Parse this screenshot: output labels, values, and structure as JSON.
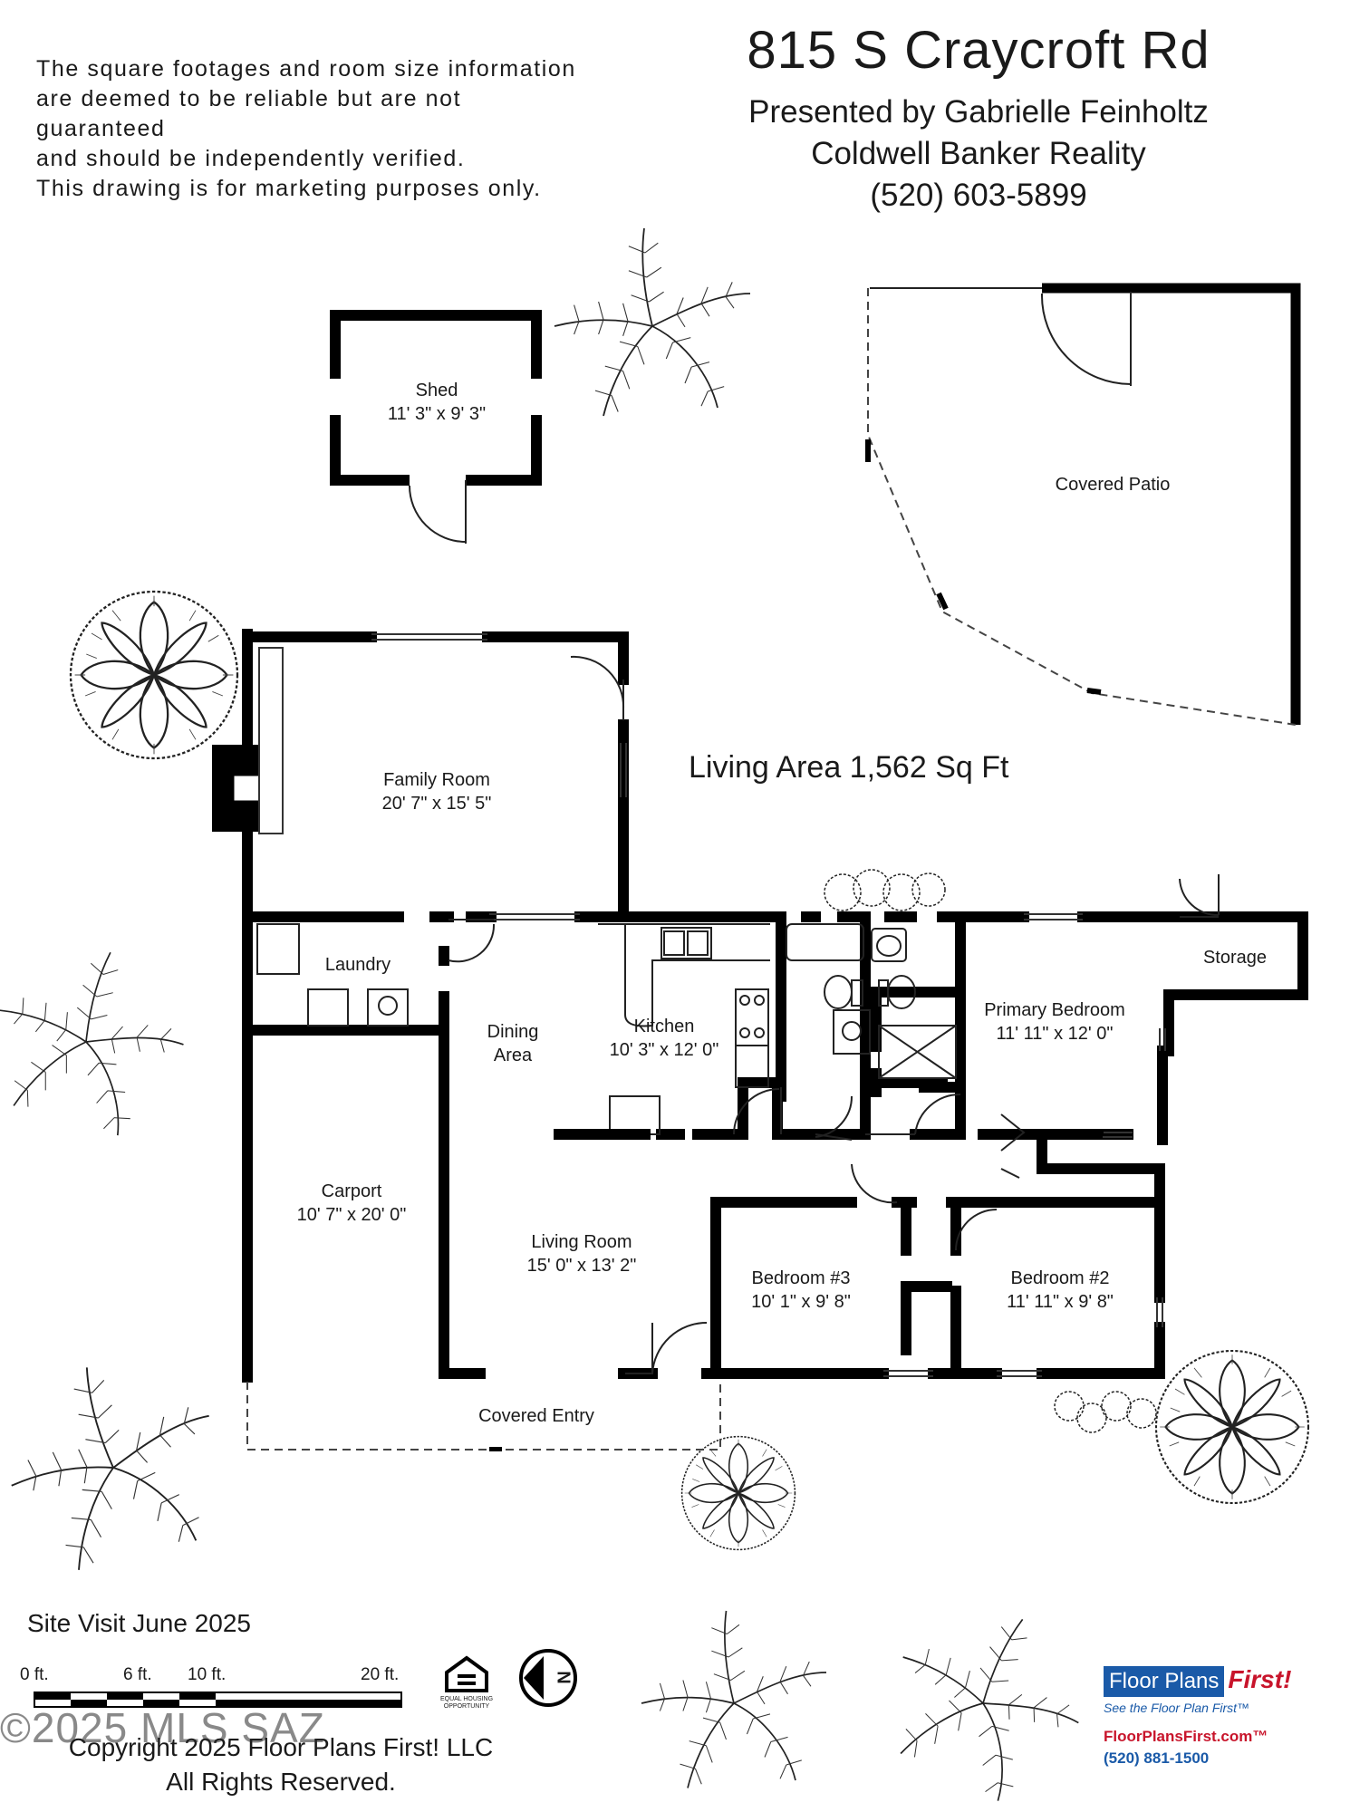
{
  "header": {
    "disclaimer": [
      "The square footages and room size information",
      "are deemed to be reliable but are not guaranteed",
      "and should be independently verified.",
      "This drawing is for marketing purposes only."
    ],
    "address": "815 S Craycroft Rd",
    "presented_by": "Presented by Gabrielle Feinholtz",
    "brokerage": "Coldwell Banker Reality",
    "phone": "(520) 603-5899"
  },
  "rooms": {
    "shed": {
      "name": "Shed",
      "size": "11' 3\" x 9' 3\""
    },
    "covered_patio": {
      "name": "Covered Patio"
    },
    "family_room": {
      "name": "Family Room",
      "size": "20' 7\" x 15' 5\""
    },
    "laundry": {
      "name": "Laundry"
    },
    "dining": {
      "name": "Dining",
      "name2": "Area"
    },
    "kitchen": {
      "name": "Kitchen",
      "size": "10' 3\" x 12' 0\""
    },
    "primary_bedroom": {
      "name": "Primary Bedroom",
      "size": "11' 11\" x 12' 0\""
    },
    "storage": {
      "name": "Storage"
    },
    "carport": {
      "name": "Carport",
      "size": "10' 7\" x 20' 0\""
    },
    "living_room": {
      "name": "Living Room",
      "size": "15' 0\" x 13' 2\""
    },
    "bedroom3": {
      "name": "Bedroom #3",
      "size": "10' 1\" x 9' 8\""
    },
    "bedroom2": {
      "name": "Bedroom #2",
      "size": "11' 11\" x 9' 8\""
    },
    "covered_entry": {
      "name": "Covered Entry"
    }
  },
  "living_area": "Living Area 1,562 Sq Ft",
  "footer": {
    "site_visit": "Site Visit June 2025",
    "scale_labels": [
      "0 ft.",
      "6 ft.",
      "10 ft.",
      "20 ft."
    ],
    "copyright": [
      "Copyright 2025 Floor Plans First! LLC",
      "All Rights Reserved."
    ],
    "watermark": "©2025 MLS SAZ",
    "eho_text": "EQUAL HOUSING OPPORTUNITY",
    "compass_letter": "N",
    "logo": {
      "brand_part1": "Floor Plans",
      "brand_part2": "First!",
      "tagline": "See the Floor Plan First™",
      "url": "FloorPlansFirst.com™",
      "phone": "(520) 881-1500"
    }
  },
  "colors": {
    "wall": "#000000",
    "logo_blue": "#1a5aa8",
    "logo_red": "#c8142b"
  }
}
